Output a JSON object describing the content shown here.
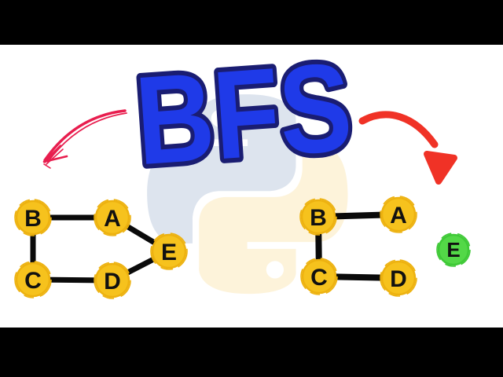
{
  "letterbox": {
    "color": "#000000"
  },
  "canvas": {
    "background_color": "#ffffff"
  },
  "title": {
    "text": "BFS",
    "fill_color": "#1f3ae8",
    "outline_color": "#1a1d72"
  },
  "watermark": {
    "icon": "python-logo",
    "top_snake_color": "#dde4ee",
    "bottom_snake_color": "#fdf3da"
  },
  "arrows": {
    "left": {
      "description": "hand-drawn curved arrow pointing down-left to original graph",
      "color": "#e81d4e"
    },
    "right": {
      "description": "bold curved arrow pointing down-right to traversal result graph",
      "color": "#f03226"
    }
  },
  "left_graph": {
    "node_color": "#f6c21d",
    "node_ring_color": "#edb210",
    "edge_color": "#0a0a0a",
    "label_color": "#111111",
    "nodes": [
      {
        "label": "B"
      },
      {
        "label": "A"
      },
      {
        "label": "E"
      },
      {
        "label": "C"
      },
      {
        "label": "D"
      }
    ],
    "edges": [
      [
        "B",
        "A"
      ],
      [
        "B",
        "C"
      ],
      [
        "C",
        "D"
      ],
      [
        "A",
        "E"
      ],
      [
        "D",
        "E"
      ]
    ]
  },
  "right_graph": {
    "node_color": "#f6c21d",
    "node_ring_color": "#edb210",
    "visited_node_color": "#53d847",
    "visited_ring_color": "#3fc937",
    "edge_color": "#0a0a0a",
    "label_color": "#111111",
    "nodes": [
      {
        "label": "B"
      },
      {
        "label": "A"
      },
      {
        "label": "C"
      },
      {
        "label": "D"
      },
      {
        "label": "E",
        "highlighted": true
      }
    ],
    "edges": [
      [
        "B",
        "A"
      ],
      [
        "B",
        "C"
      ],
      [
        "C",
        "D"
      ]
    ]
  }
}
